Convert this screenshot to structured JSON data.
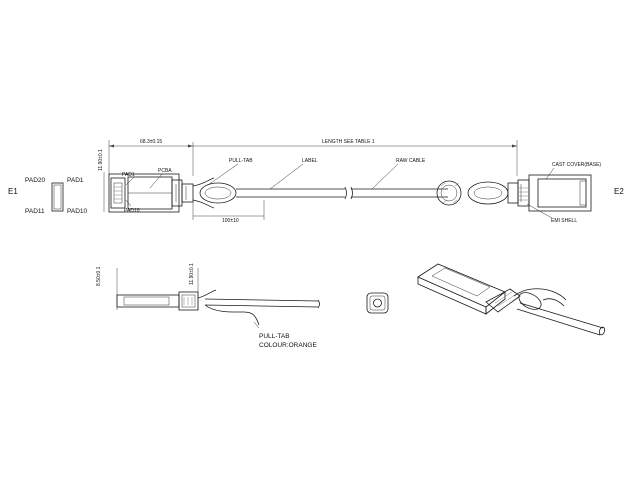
{
  "labels": {
    "e1": "E1",
    "e2": "E2",
    "pad20": "PAD20",
    "pad1_left": "PAD1",
    "pad11": "PAD11",
    "pad10_left": "PAD10",
    "pad1": "PAD1",
    "pcba": "PCBA",
    "pad10": "PAD10",
    "pull_tab": "PULL-TAB",
    "label": "LABEL",
    "raw_cable": "RAW CABLE",
    "cast_cover": "CAST COVER(BASE)",
    "emi_shell": "EMI SHELL",
    "pull_tab_note_1": "PULL-TAB",
    "pull_tab_note_2": "COLOUR:ORANGE"
  },
  "dimensions": {
    "length": "LENGTH SEE TABLE 1",
    "module_length": "68.3±0.15",
    "height_top": "11.90±0.1",
    "label_length": "100±10",
    "height_side_1": "8.50±0.1",
    "height_side_2": "11.90±0.1"
  }
}
